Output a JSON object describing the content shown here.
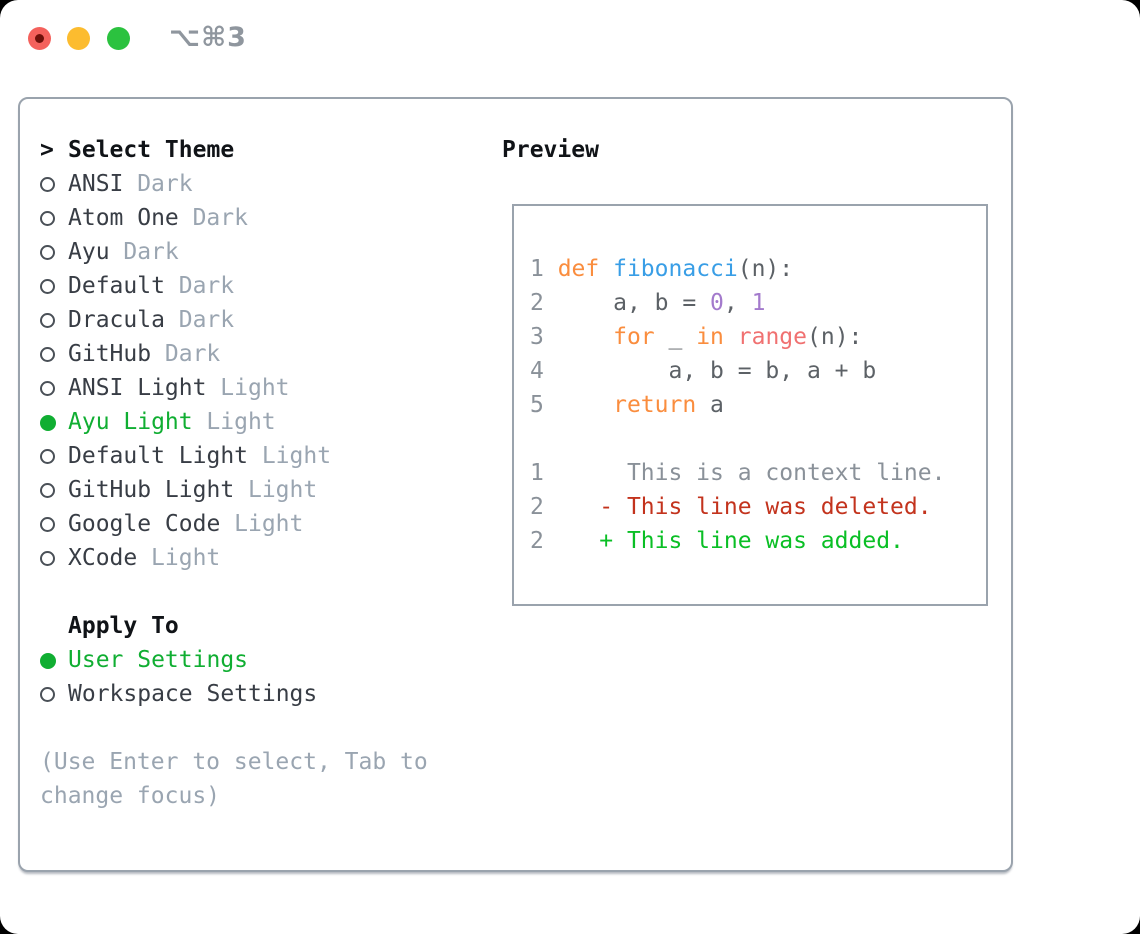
{
  "titlebar": {
    "title": "⌥⌘3"
  },
  "colors": {
    "green": "#10ae32",
    "diff-add": "#0abf25",
    "diff-del": "#c3331d",
    "muted": "#9aa5b1",
    "fg-dark": "#383d45",
    "code-fg": "#5c6166",
    "lineno": "#8a9199",
    "kw": "#fa8d3e",
    "fn": "#399ee6",
    "num": "#a37acc",
    "call": "#f07171",
    "border": "#9aa3ad"
  },
  "theme_picker": {
    "prompt": ">",
    "header": "Select Theme",
    "items": [
      {
        "label": "ANSI",
        "tag": "Dark",
        "selected": false
      },
      {
        "label": "Atom One",
        "tag": "Dark",
        "selected": false
      },
      {
        "label": "Ayu",
        "tag": "Dark",
        "selected": false
      },
      {
        "label": "Default",
        "tag": "Dark",
        "selected": false
      },
      {
        "label": "Dracula",
        "tag": "Dark",
        "selected": false
      },
      {
        "label": "GitHub",
        "tag": "Dark",
        "selected": false
      },
      {
        "label": "ANSI Light",
        "tag": "Light",
        "selected": false
      },
      {
        "label": "Ayu Light",
        "tag": "Light",
        "selected": true
      },
      {
        "label": "Default Light",
        "tag": "Light",
        "selected": false
      },
      {
        "label": "GitHub Light",
        "tag": "Light",
        "selected": false
      },
      {
        "label": "Google Code",
        "tag": "Light",
        "selected": false
      },
      {
        "label": "XCode",
        "tag": "Light",
        "selected": false
      }
    ],
    "apply_to": {
      "header": "Apply To",
      "items": [
        {
          "label": "User Settings",
          "selected": true
        },
        {
          "label": "Workspace Settings",
          "selected": false
        }
      ]
    },
    "hint": "(Use Enter to select, Tab to change focus)"
  },
  "preview": {
    "title": "Preview",
    "lines": [
      [
        [
          "ln",
          "1 "
        ],
        [
          "kw",
          "def"
        ],
        [
          "fg",
          " "
        ],
        [
          "fn",
          "fibonacci"
        ],
        [
          "fg",
          "(n):"
        ]
      ],
      [
        [
          "ln",
          "2"
        ],
        [
          "fg",
          "     a, b = "
        ],
        [
          "num",
          "0"
        ],
        [
          "fg",
          ", "
        ],
        [
          "num",
          "1"
        ]
      ],
      [
        [
          "ln",
          "3"
        ],
        [
          "fg",
          "     "
        ],
        [
          "kw",
          "for"
        ],
        [
          "fg",
          " _ "
        ],
        [
          "kw",
          "in"
        ],
        [
          "fg",
          " "
        ],
        [
          "call",
          "range"
        ],
        [
          "fg",
          "(n):"
        ]
      ],
      [
        [
          "ln",
          "4"
        ],
        [
          "fg",
          "         a, b = b, a + b"
        ]
      ],
      [
        [
          "ln",
          "5"
        ],
        [
          "fg",
          "     "
        ],
        [
          "kw",
          "return"
        ],
        [
          "fg",
          " a"
        ]
      ],
      [],
      [
        [
          "ln",
          "1"
        ],
        [
          "ctx",
          "      This is a context line."
        ]
      ],
      [
        [
          "ln",
          "2"
        ],
        [
          "fg",
          "    "
        ],
        [
          "del",
          "- This line was deleted."
        ]
      ],
      [
        [
          "ln",
          "2"
        ],
        [
          "fg",
          "    "
        ],
        [
          "add",
          "+ This line was added."
        ]
      ]
    ]
  }
}
